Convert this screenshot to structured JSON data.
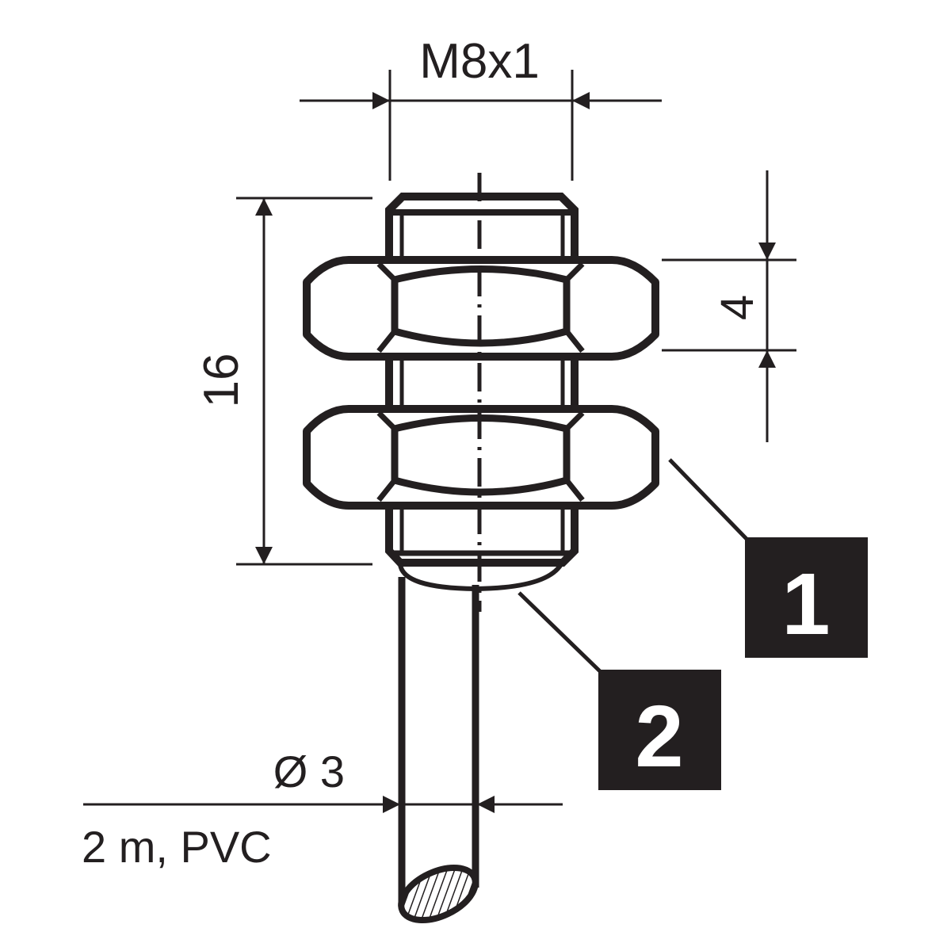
{
  "dimensions": {
    "thread": "M8x1",
    "length": "16",
    "nut_thickness": "4",
    "cable_diameter": "Ø 3",
    "cable_spec": "2 m, PVC"
  },
  "callouts": [
    {
      "label": "1"
    },
    {
      "label": "2"
    }
  ],
  "colors": {
    "ink": "#231f20",
    "callout_bg": "#231f20",
    "background": "#ffffff"
  }
}
